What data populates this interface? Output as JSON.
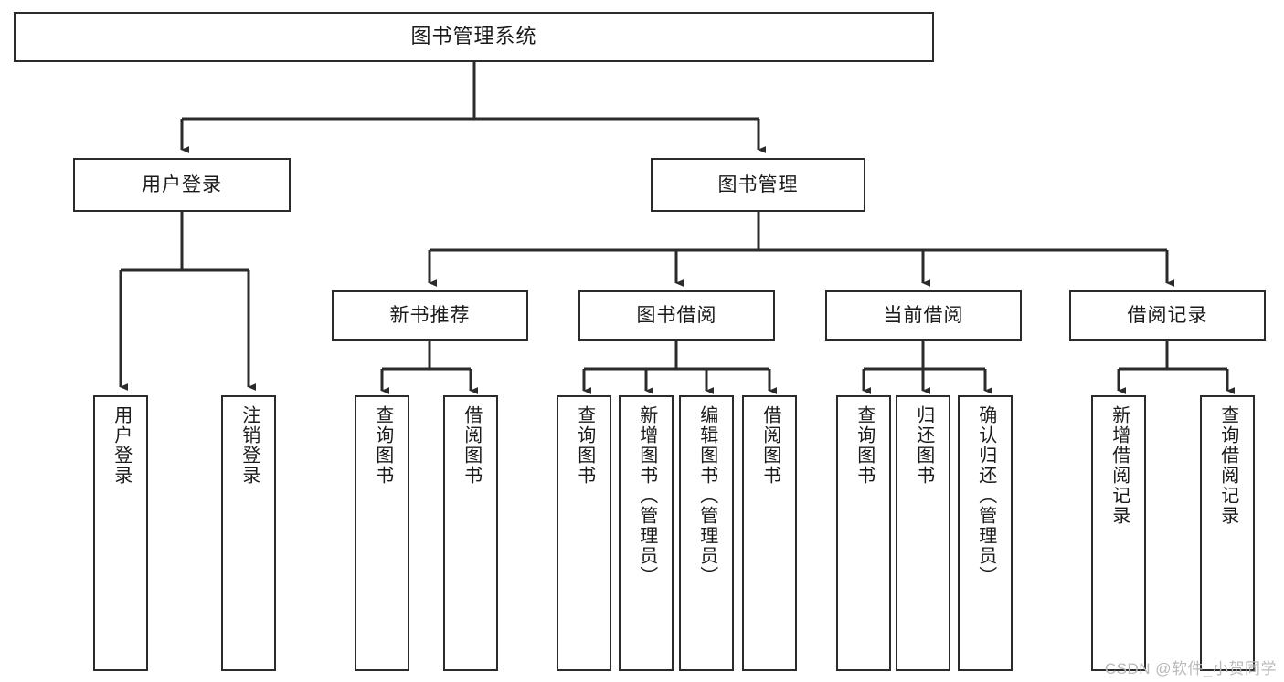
{
  "diagram": {
    "title": "图书管理系统",
    "type": "tree",
    "watermark": "CSDN @软件_小贺同学",
    "colors": {
      "box_border": "#2b2b2b",
      "box_fill": "#ffffff",
      "connector": "#2b2b2b",
      "text": "#1a1a1a",
      "watermark": "#b9b9b9"
    },
    "nodes": {
      "root": {
        "label": "图书管理系统",
        "orientation": "horizontal"
      },
      "level1": [
        {
          "id": "user-login",
          "label": "用户登录",
          "orientation": "horizontal"
        },
        {
          "id": "book-manage",
          "label": "图书管理",
          "orientation": "horizontal"
        }
      ],
      "level2": [
        {
          "id": "new-book-recommend",
          "label": "新书推荐",
          "orientation": "horizontal"
        },
        {
          "id": "book-borrow",
          "label": "图书借阅",
          "orientation": "horizontal"
        },
        {
          "id": "current-borrow",
          "label": "当前借阅",
          "orientation": "horizontal"
        },
        {
          "id": "borrow-record",
          "label": "借阅记录",
          "orientation": "horizontal"
        }
      ],
      "leaves": [
        {
          "id": "leaf-user-login",
          "label": "用户登录",
          "parent": "user-login",
          "orientation": "vertical"
        },
        {
          "id": "leaf-user-logout",
          "label": "注销登录",
          "parent": "user-login",
          "orientation": "vertical"
        },
        {
          "id": "leaf-query-book-1",
          "label": "查询图书",
          "parent": "new-book-recommend",
          "orientation": "vertical"
        },
        {
          "id": "leaf-borrow-book-1",
          "label": "借阅图书",
          "parent": "new-book-recommend",
          "orientation": "vertical"
        },
        {
          "id": "leaf-query-book-2",
          "label": "查询图书",
          "parent": "book-borrow",
          "orientation": "vertical"
        },
        {
          "id": "leaf-add-book",
          "label": "新增图书（管理员）",
          "parent": "book-borrow",
          "orientation": "vertical"
        },
        {
          "id": "leaf-edit-book",
          "label": "编辑图书（管理员）",
          "parent": "book-borrow",
          "orientation": "vertical"
        },
        {
          "id": "leaf-borrow-book-2",
          "label": "借阅图书",
          "parent": "book-borrow",
          "orientation": "vertical"
        },
        {
          "id": "leaf-query-book-3",
          "label": "查询图书",
          "parent": "current-borrow",
          "orientation": "vertical"
        },
        {
          "id": "leaf-return-book",
          "label": "归还图书",
          "parent": "current-borrow",
          "orientation": "vertical"
        },
        {
          "id": "leaf-confirm-return",
          "label": "确认归还（管理员）",
          "parent": "current-borrow",
          "orientation": "vertical"
        },
        {
          "id": "leaf-add-record",
          "label": "新增借阅记录",
          "parent": "borrow-record",
          "orientation": "vertical"
        },
        {
          "id": "leaf-query-record",
          "label": "查询借阅记录",
          "parent": "borrow-record",
          "orientation": "vertical"
        }
      ]
    }
  }
}
